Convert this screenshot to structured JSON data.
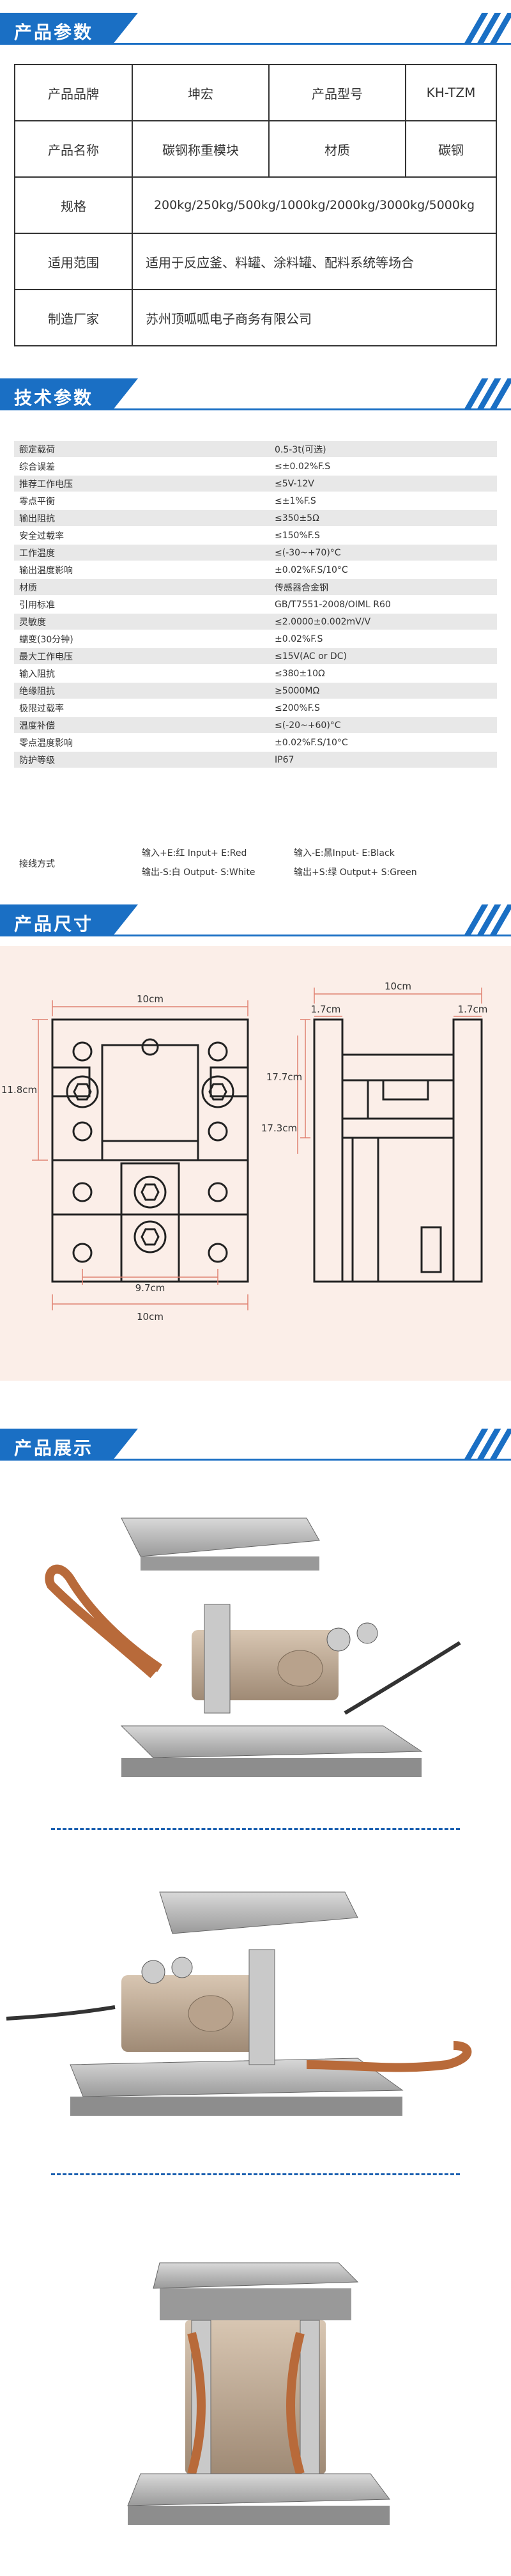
{
  "sections": {
    "product_params": "产品参数",
    "tech_params": "技术参数",
    "product_size": "产品尺寸",
    "product_show": "产品展示"
  },
  "product_table": {
    "brand_label": "产品品牌",
    "brand_value": "坤宏",
    "model_label": "产品型号",
    "model_value": "KH-TZM",
    "name_label": "产品名称",
    "name_value": "碳钢称重模块",
    "material_label": "材质",
    "material_value": "碳钢",
    "spec_label": "规格",
    "spec_value": "200kg/250kg/500kg/1000kg/2000kg/3000kg/5000kg",
    "scope_label": "适用范围",
    "scope_value": "适用于反应釜、料罐、涂料罐、配料系统等场合",
    "maker_label": "制造厂家",
    "maker_value": "苏州顶呱呱电子商务有限公司"
  },
  "tech_specs": [
    {
      "k": "额定载荷",
      "v": "0.5-3t(可选)"
    },
    {
      "k": "综合误差",
      "v": "≤±0.02%F.S"
    },
    {
      "k": "推荐工作电压",
      "v": "≤5V-12V"
    },
    {
      "k": "零点平衡",
      "v": "≤±1%F.S"
    },
    {
      "k": "输出阻抗",
      "v": "≤350±5Ω"
    },
    {
      "k": "安全过载率",
      "v": "≤150%F.S"
    },
    {
      "k": "工作温度",
      "v": "≤(-30~+70)°C"
    },
    {
      "k": "输出温度影响",
      "v": "±0.02%F.S/10°C"
    },
    {
      "k": "材质",
      "v": "传感器合金钢"
    },
    {
      "k": "引用标准",
      "v": "GB/T7551-2008/OIML R60"
    },
    {
      "k": "灵敏度",
      "v": "≤2.0000±0.002mV/V"
    },
    {
      "k": "蠕变(30分钟)",
      "v": "±0.02%F.S"
    },
    {
      "k": "最大工作电压",
      "v": "≤15V(AC or DC)"
    },
    {
      "k": "输入阻抗",
      "v": "≤380±10Ω"
    },
    {
      "k": "绝缘阻抗",
      "v": "≥5000MΩ"
    },
    {
      "k": "极限过载率",
      "v": "≤200%F.S"
    },
    {
      "k": "温度补偿",
      "v": "≤(-20~+60)°C"
    },
    {
      "k": "零点温度影响",
      "v": "±0.02%F.S/10°C"
    },
    {
      "k": "防护等级",
      "v": "IP67"
    }
  ],
  "wiring": {
    "label": "接线方式",
    "in_pos": "输入+E:红 Input+ E:Red",
    "in_neg": "输入-E:黑Input- E:Black",
    "out_neg": "输出-S:白 Output- S:White",
    "out_pos": "输出+S:绿 Output+ S:Green"
  },
  "dimensions": {
    "front_width_top": "10cm",
    "front_height": "11.8cm",
    "front_inner": "9.7cm",
    "front_width_bottom": "10cm",
    "side_width": "10cm",
    "side_left": "1.7cm",
    "side_right": "1.7cm",
    "side_h1": "17.7cm",
    "side_h2": "17.3cm"
  },
  "colors": {
    "accent": "#1a6fc4",
    "dim_bg": "#fbeee8",
    "dim_line": "#e08070"
  }
}
